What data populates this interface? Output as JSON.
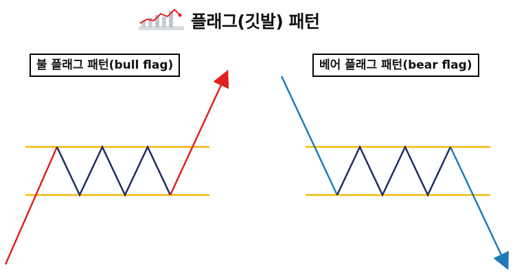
{
  "title": "플래그(깃발) 패턴",
  "bull": {
    "label": "불 플래그 패턴(bull flag)"
  },
  "bear": {
    "label": "베어 플래그 패턴(bear flag)"
  },
  "colors": {
    "channel": "#f5b800",
    "zigzag": "#1f2a60",
    "bull_trend": "#e02020",
    "bear_trend": "#1f7ab8"
  },
  "icons": {
    "title_icon": "rising-chart-icon"
  }
}
